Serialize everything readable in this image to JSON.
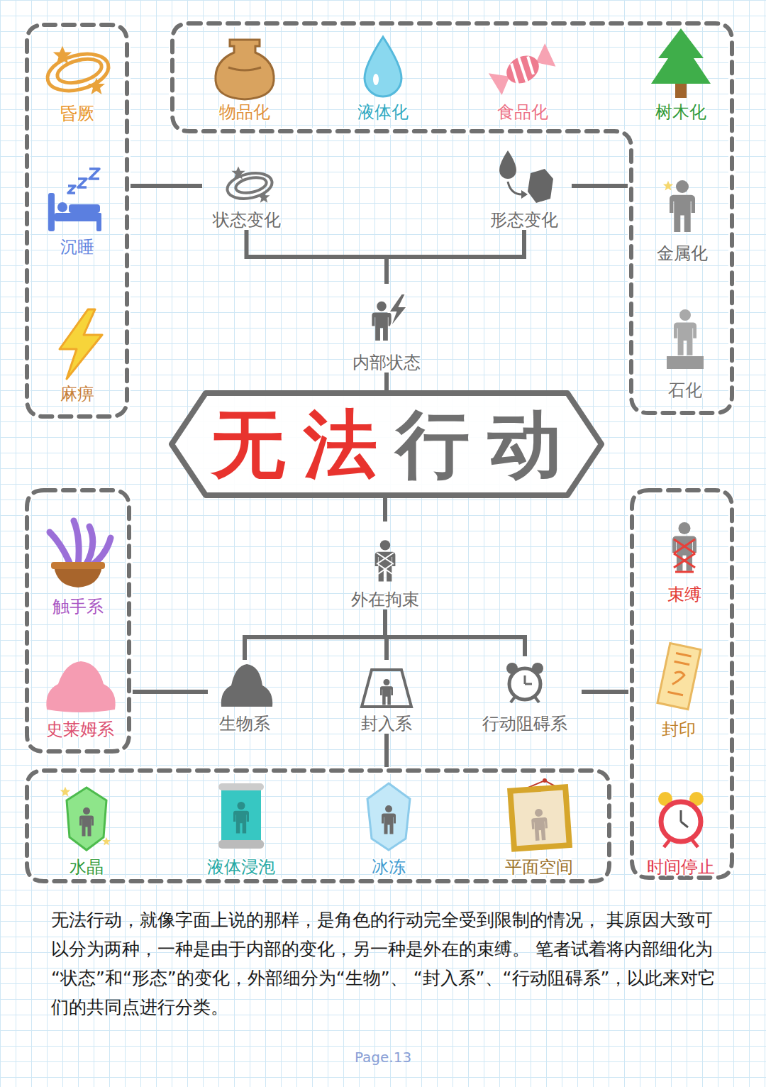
{
  "diagram": {
    "caption": "无法行动，就像字面上说的那样，是角色的行动完全受到限制的情况， 其原因大致可以分为两种，一种是由于内部的变化，另一种是外在的束缚。 笔者试着将内部细化为“状态”和“形态”的变化，外部细分为“生物”、 “封入系”、“行动阻碍系”，以此来对它们的共同点进行分类。",
    "nodes": [
      {
        "text": [
          "无法行动"
        ]
      },
      {
        "text": [
          "内部状态"
        ]
      },
      {
        "text": [
          "状态变化"
        ]
      },
      {
        "text": [
          "形态变化"
        ]
      },
      {
        "text": []
      },
      {
        "text": [
          "昏厥"
        ],
        "in": 4
      },
      {
        "text": [
          "沉睡"
        ],
        "in": 4
      },
      {
        "text": [
          "麻痹"
        ],
        "in": 4
      },
      {
        "text": []
      },
      {
        "text": [
          "物品化"
        ],
        "in": 8
      },
      {
        "text": [
          "液体化"
        ],
        "in": 8
      },
      {
        "text": [
          "食品化"
        ],
        "in": 8
      },
      {
        "text": [
          "树木化"
        ],
        "in": 8
      },
      {
        "text": [
          "金属化"
        ],
        "in": 8
      },
      {
        "text": [
          "石化"
        ],
        "in": 8
      },
      {
        "text": [
          "外在拘束"
        ]
      },
      {
        "text": [
          "生物系"
        ]
      },
      {
        "text": [
          "封入系"
        ]
      },
      {
        "text": [
          "行动阻碍系"
        ]
      },
      {
        "text": []
      },
      {
        "text": [
          "触手系"
        ],
        "in": 19
      },
      {
        "text": [
          "史莱姆系"
        ],
        "in": 19
      },
      {
        "text": []
      },
      {
        "text": [
          "水晶"
        ],
        "in": 22
      },
      {
        "text": [
          "液体浸泡"
        ],
        "in": 22
      },
      {
        "text": [
          "冰冻"
        ],
        "in": 22
      },
      {
        "text": [
          "平面空间"
        ],
        "in": 22
      },
      {
        "text": []
      },
      {
        "text": [
          "束缚"
        ],
        "in": 27
      },
      {
        "text": [
          "封印"
        ],
        "in": 27
      },
      {
        "text": [
          "时间停止"
        ],
        "in": 27
      }
    ],
    "edges": [
      {
        "from": 0,
        "to": 1,
        "arrow": "none"
      },
      {
        "from": 1,
        "to": 2,
        "arrow": "none"
      },
      {
        "from": 1,
        "to": 3,
        "arrow": "none"
      },
      {
        "from": 2,
        "to": 4,
        "arrow": "none"
      },
      {
        "from": 3,
        "to": 8,
        "arrow": "none"
      },
      {
        "from": 0,
        "to": 15,
        "arrow": "none"
      },
      {
        "from": 15,
        "to": 16,
        "arrow": "none"
      },
      {
        "from": 15,
        "to": 17,
        "arrow": "none"
      },
      {
        "from": 15,
        "to": 18,
        "arrow": "none"
      },
      {
        "from": 16,
        "to": 19,
        "arrow": "none"
      },
      {
        "from": 17,
        "to": 22,
        "arrow": "none"
      },
      {
        "from": 18,
        "to": 27,
        "arrow": "none"
      }
    ],
    "labels": [
      "Page.13"
    ]
  }
}
